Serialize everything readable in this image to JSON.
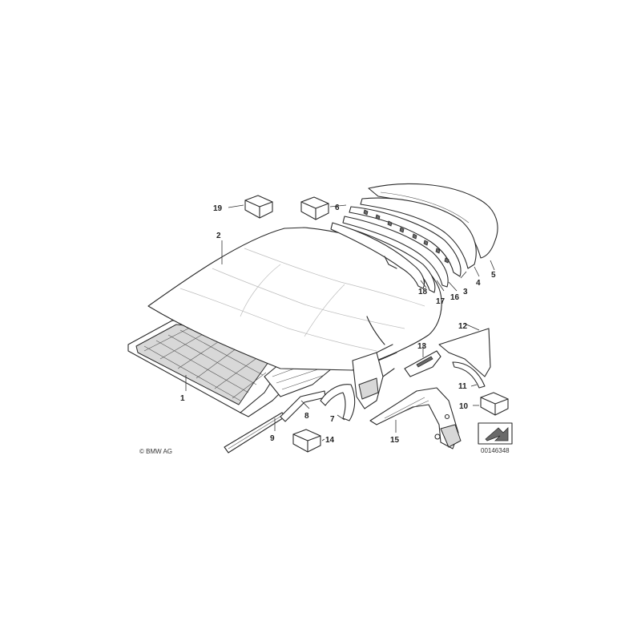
{
  "callouts": {
    "n1": "1",
    "n2": "2",
    "n3": "3",
    "n4": "4",
    "n5": "5",
    "n6": "6",
    "n7": "7",
    "n8": "8",
    "n9": "9",
    "n10": "10",
    "n11": "11",
    "n12": "12",
    "n13": "13",
    "n14": "14",
    "n15": "15",
    "n16": "16",
    "n17": "17",
    "n18": "18",
    "n19": "19"
  },
  "footer": {
    "copyright": "© BMW AG",
    "diagram_id": "00146348"
  }
}
